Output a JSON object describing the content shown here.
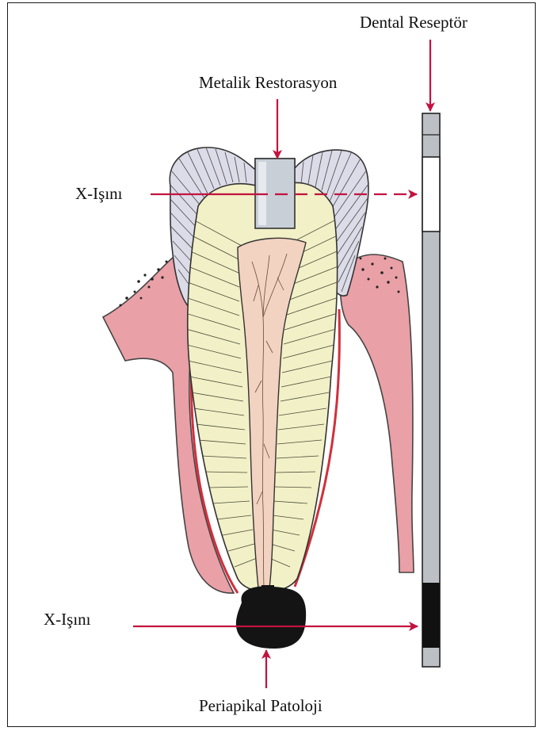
{
  "labels": {
    "receptor": "Dental Reseptör",
    "restoration": "Metalik Restorasyon",
    "xray_top": "X-Işını",
    "xray_bottom": "X-Işını",
    "pathology": "Periapikal Patoloji"
  },
  "colors": {
    "arrow": "#c2133f",
    "enamel": "#dcdce9",
    "dentin": "#f2f0c6",
    "pulp": "#f2d2c0",
    "gingiva": "#e9a0a6",
    "gingiva_edge": "#d0303c",
    "metal": "#c8cfd6",
    "receptor_gray": "#bcc0c4",
    "lesion": "#141414"
  },
  "icons": [
    "arrow-icon"
  ]
}
